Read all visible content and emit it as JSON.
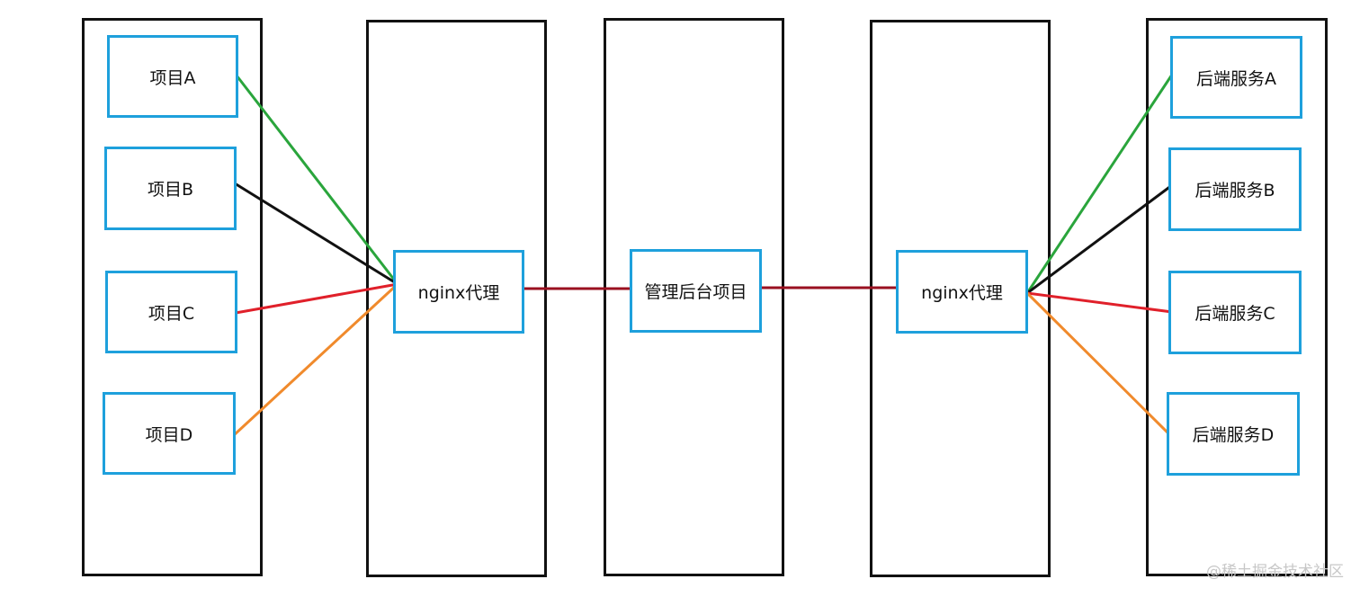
{
  "colors": {
    "column_border": "#111111",
    "node_border": "#1ea0dc",
    "link_green": "#2aa53c",
    "link_black": "#111111",
    "link_red": "#e0202a",
    "link_orange": "#f08a2c",
    "link_darkred": "#9a1020",
    "watermark": "#c7c7c7"
  },
  "projects": [
    {
      "label": "项目A",
      "link_color": "#2aa53c"
    },
    {
      "label": "项目B",
      "link_color": "#111111"
    },
    {
      "label": "项目C",
      "link_color": "#e0202a"
    },
    {
      "label": "项目D",
      "link_color": "#f08a2c"
    }
  ],
  "proxy_left": {
    "label": "nginx代理"
  },
  "admin": {
    "label": "管理后台项目"
  },
  "proxy_right": {
    "label": "nginx代理"
  },
  "services": [
    {
      "label": "后端服务A",
      "link_color": "#2aa53c"
    },
    {
      "label": "后端服务B",
      "link_color": "#111111"
    },
    {
      "label": "后端服务C",
      "link_color": "#e0202a"
    },
    {
      "label": "后端服务D",
      "link_color": "#f08a2c"
    }
  ],
  "watermark": "@稀土掘金技术社区"
}
